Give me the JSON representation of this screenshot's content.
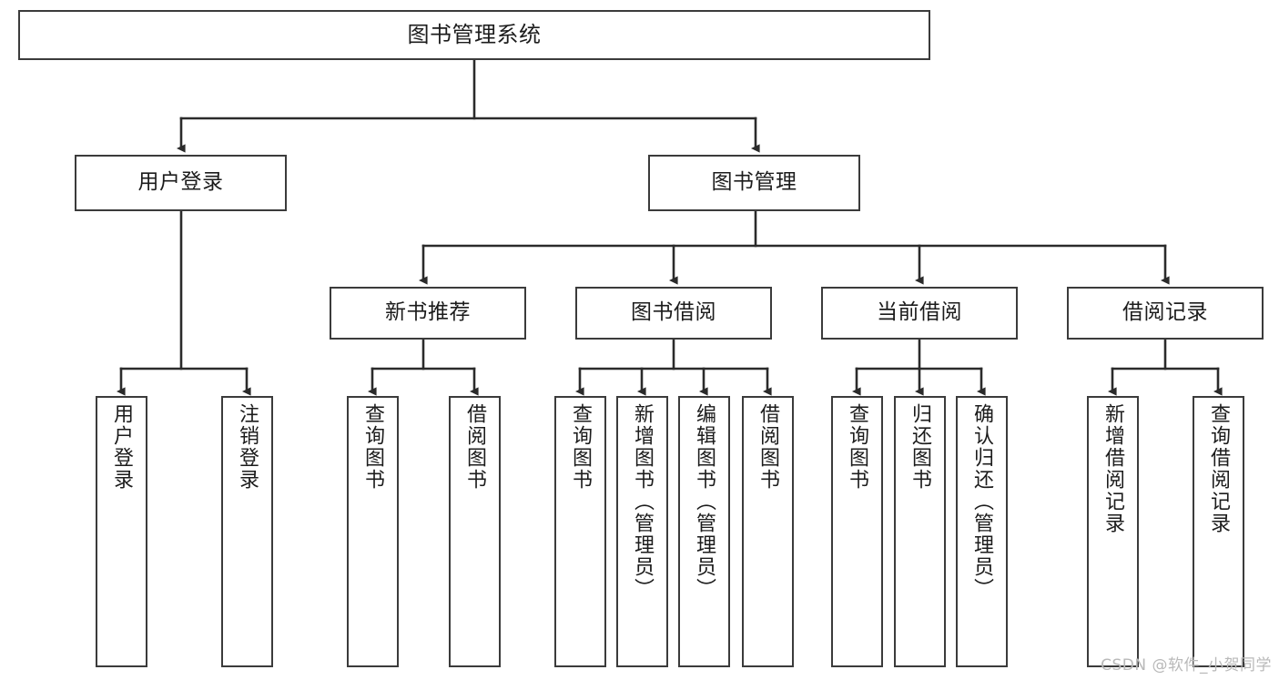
{
  "diagram": {
    "title": "图书管理系统",
    "type": "tree-hierarchy",
    "watermark": "CSDN @软件_小贺同学",
    "colors": {
      "background": "#ffffff",
      "box_border": "#3b3b3b",
      "edge": "#2b2b2b",
      "text": "#1c1c1c",
      "watermark": "#b9b9b9"
    },
    "nodes": {
      "root": {
        "label": "图书管理系统"
      },
      "level2": [
        {
          "id": "user_login",
          "label": "用户登录"
        },
        {
          "id": "book_manage",
          "label": "图书管理"
        }
      ],
      "level3": [
        {
          "id": "new_book_rec",
          "label": "新书推荐"
        },
        {
          "id": "book_borrow",
          "label": "图书借阅"
        },
        {
          "id": "current_borrow",
          "label": "当前借阅"
        },
        {
          "id": "borrow_record",
          "label": "借阅记录"
        }
      ],
      "leaves": [
        {
          "id": "leaf_user_login",
          "parent": "user_login",
          "label": "用户登录"
        },
        {
          "id": "leaf_logout",
          "parent": "user_login",
          "label": "注销登录"
        },
        {
          "id": "leaf_query_book_1",
          "parent": "new_book_rec",
          "label": "查询图书"
        },
        {
          "id": "leaf_borrow_book_1",
          "parent": "new_book_rec",
          "label": "借阅图书"
        },
        {
          "id": "leaf_query_book_2",
          "parent": "book_borrow",
          "label": "查询图书"
        },
        {
          "id": "leaf_add_book",
          "parent": "book_borrow",
          "label": "新增图书（管理员）"
        },
        {
          "id": "leaf_edit_book",
          "parent": "book_borrow",
          "label": "编辑图书（管理员）"
        },
        {
          "id": "leaf_borrow_book_2",
          "parent": "book_borrow",
          "label": "借阅图书"
        },
        {
          "id": "leaf_query_book_3",
          "parent": "current_borrow",
          "label": "查询图书"
        },
        {
          "id": "leaf_return_book",
          "parent": "current_borrow",
          "label": "归还图书"
        },
        {
          "id": "leaf_confirm_return",
          "parent": "current_borrow",
          "label": "确认归还（管理员）"
        },
        {
          "id": "leaf_add_record",
          "parent": "borrow_record",
          "label": "新增借阅记录"
        },
        {
          "id": "leaf_query_record",
          "parent": "borrow_record",
          "label": "查询借阅记录"
        }
      ]
    }
  }
}
